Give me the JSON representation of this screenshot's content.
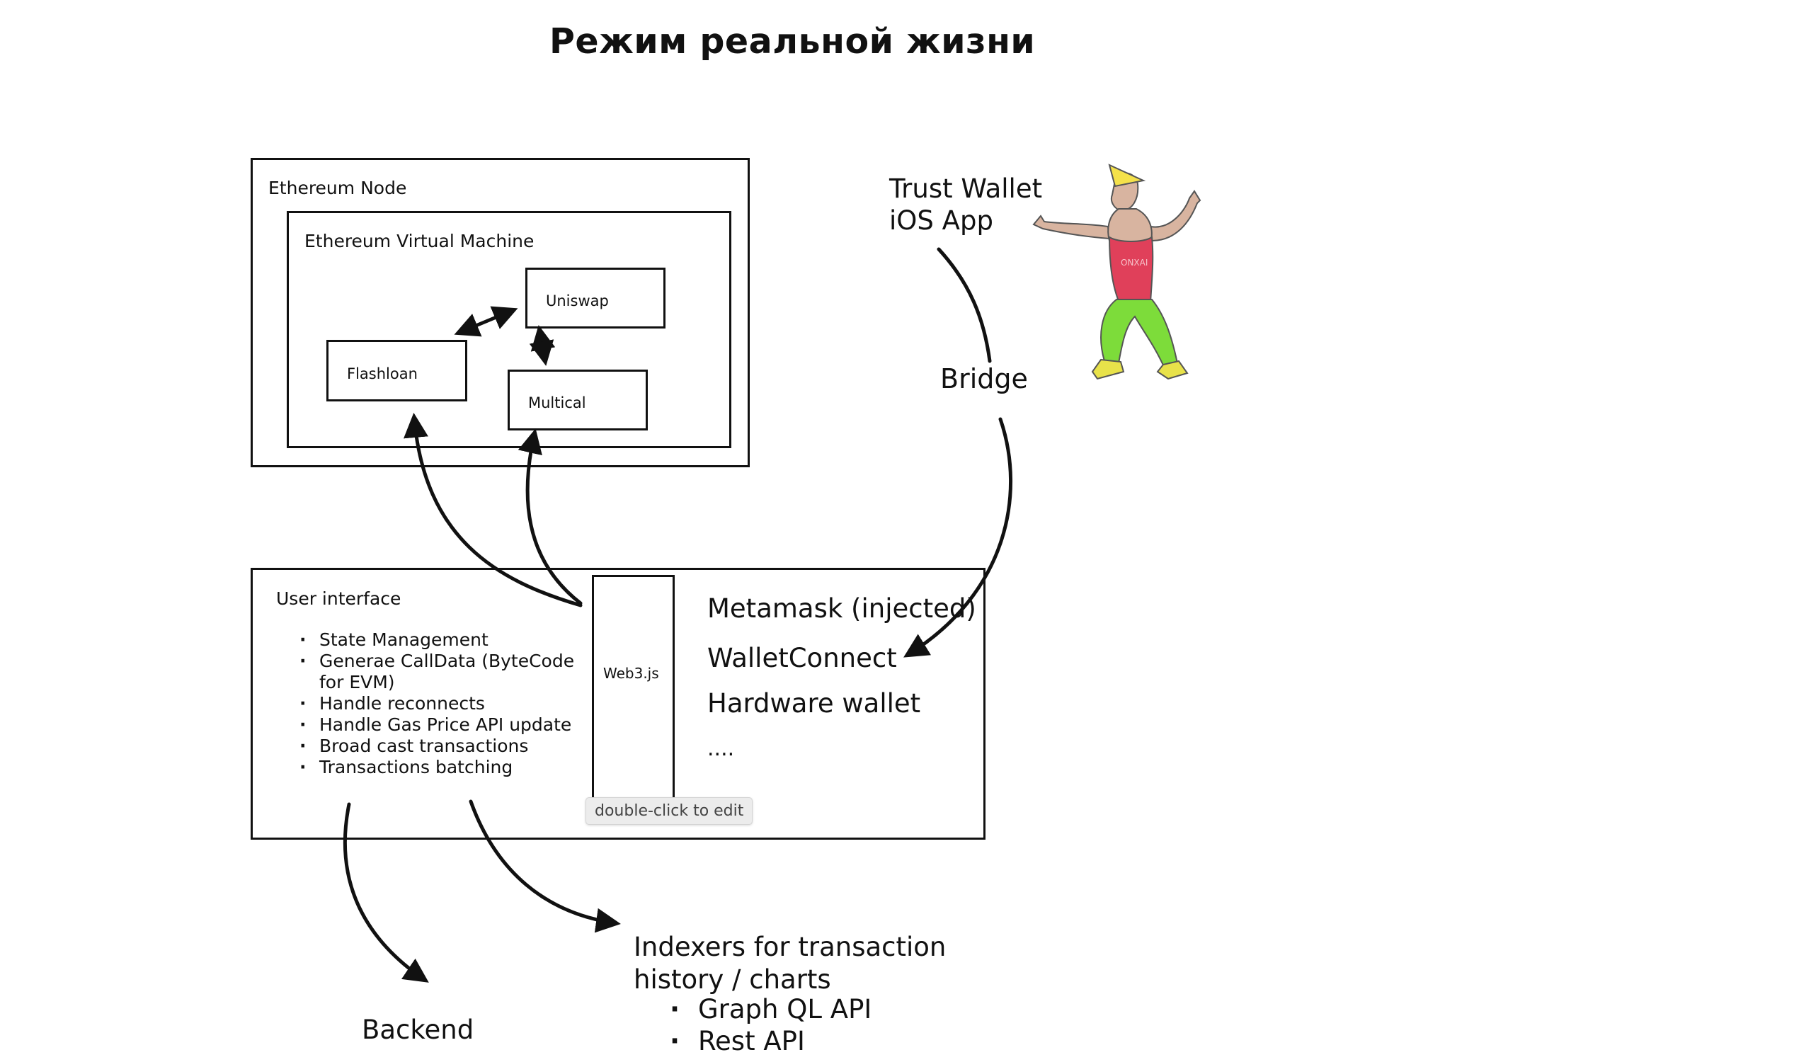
{
  "title": "Режим реальной жизни",
  "ethereum_node": {
    "label": "Ethereum Node",
    "evm": {
      "label": "Ethereum Virtual Machine",
      "contracts": [
        "Uniswap",
        "Flashloan",
        "Multical"
      ]
    }
  },
  "trust_wallet": {
    "line1": "Trust Wallet",
    "line2": "iOS App"
  },
  "bridge_label": "Bridge",
  "user_interface": {
    "label": "User interface",
    "features": [
      "State Management",
      "Generae CallData (ByteCode",
      "for EVM)",
      "Handle reconnects",
      "Handle Gas Price API update",
      "Broad cast transactions",
      "Transactions batching"
    ],
    "web3_label": "Web3.js",
    "wallets": [
      "Metamask (injected)",
      "WalletConnect",
      "Hardware wallet",
      "...."
    ]
  },
  "tooltip": "double-click to edit",
  "backend_label": "Backend",
  "indexers": {
    "line1": "Indexers for transaction",
    "line2": "history / charts",
    "items": [
      "Graph QL API",
      "Rest API"
    ]
  },
  "figure": {
    "name": "chad-meme-figure",
    "shirt_text": "ONXAI",
    "colors": {
      "hat": "#f4e14a",
      "shirt": "#e0405a",
      "pants": "#7ddc3a",
      "skin": "#d8b4a0",
      "shoes": "#e8e24a"
    }
  }
}
